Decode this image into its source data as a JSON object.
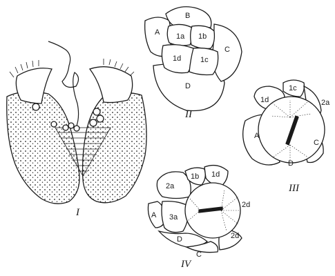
{
  "figure": {
    "panels": [
      {
        "id": "panel-1",
        "numeral": "I"
      },
      {
        "id": "panel-2",
        "numeral": "II",
        "cells": [
          "B",
          "A",
          "1a",
          "1b",
          "C",
          "1d",
          "1c",
          "D"
        ]
      },
      {
        "id": "panel-3",
        "numeral": "III",
        "cells": [
          "1d",
          "1c",
          "2a",
          "A",
          "C",
          "D"
        ]
      },
      {
        "id": "panel-4",
        "numeral": "IV",
        "cells": [
          "1b",
          "1d",
          "2a",
          "2d",
          "A",
          "3a",
          "2d",
          "D",
          "C"
        ]
      }
    ]
  }
}
